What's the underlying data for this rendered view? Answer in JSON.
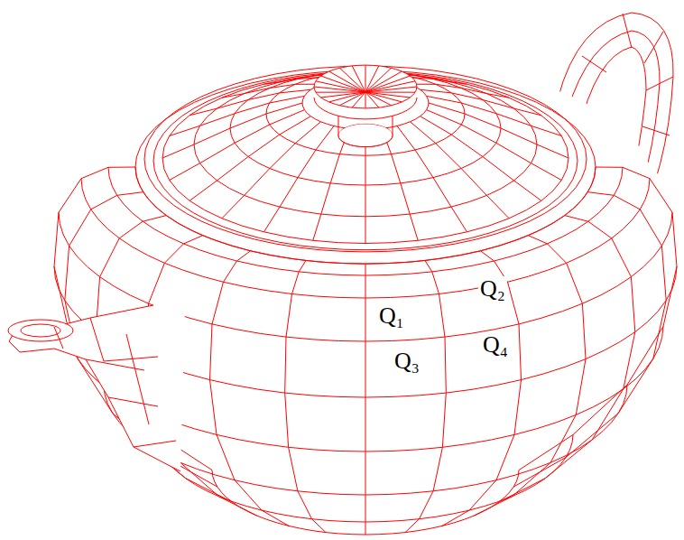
{
  "diagram": {
    "labels": [
      "Q₁",
      "Q₂",
      "Q₃",
      "Q₄"
    ]
  }
}
